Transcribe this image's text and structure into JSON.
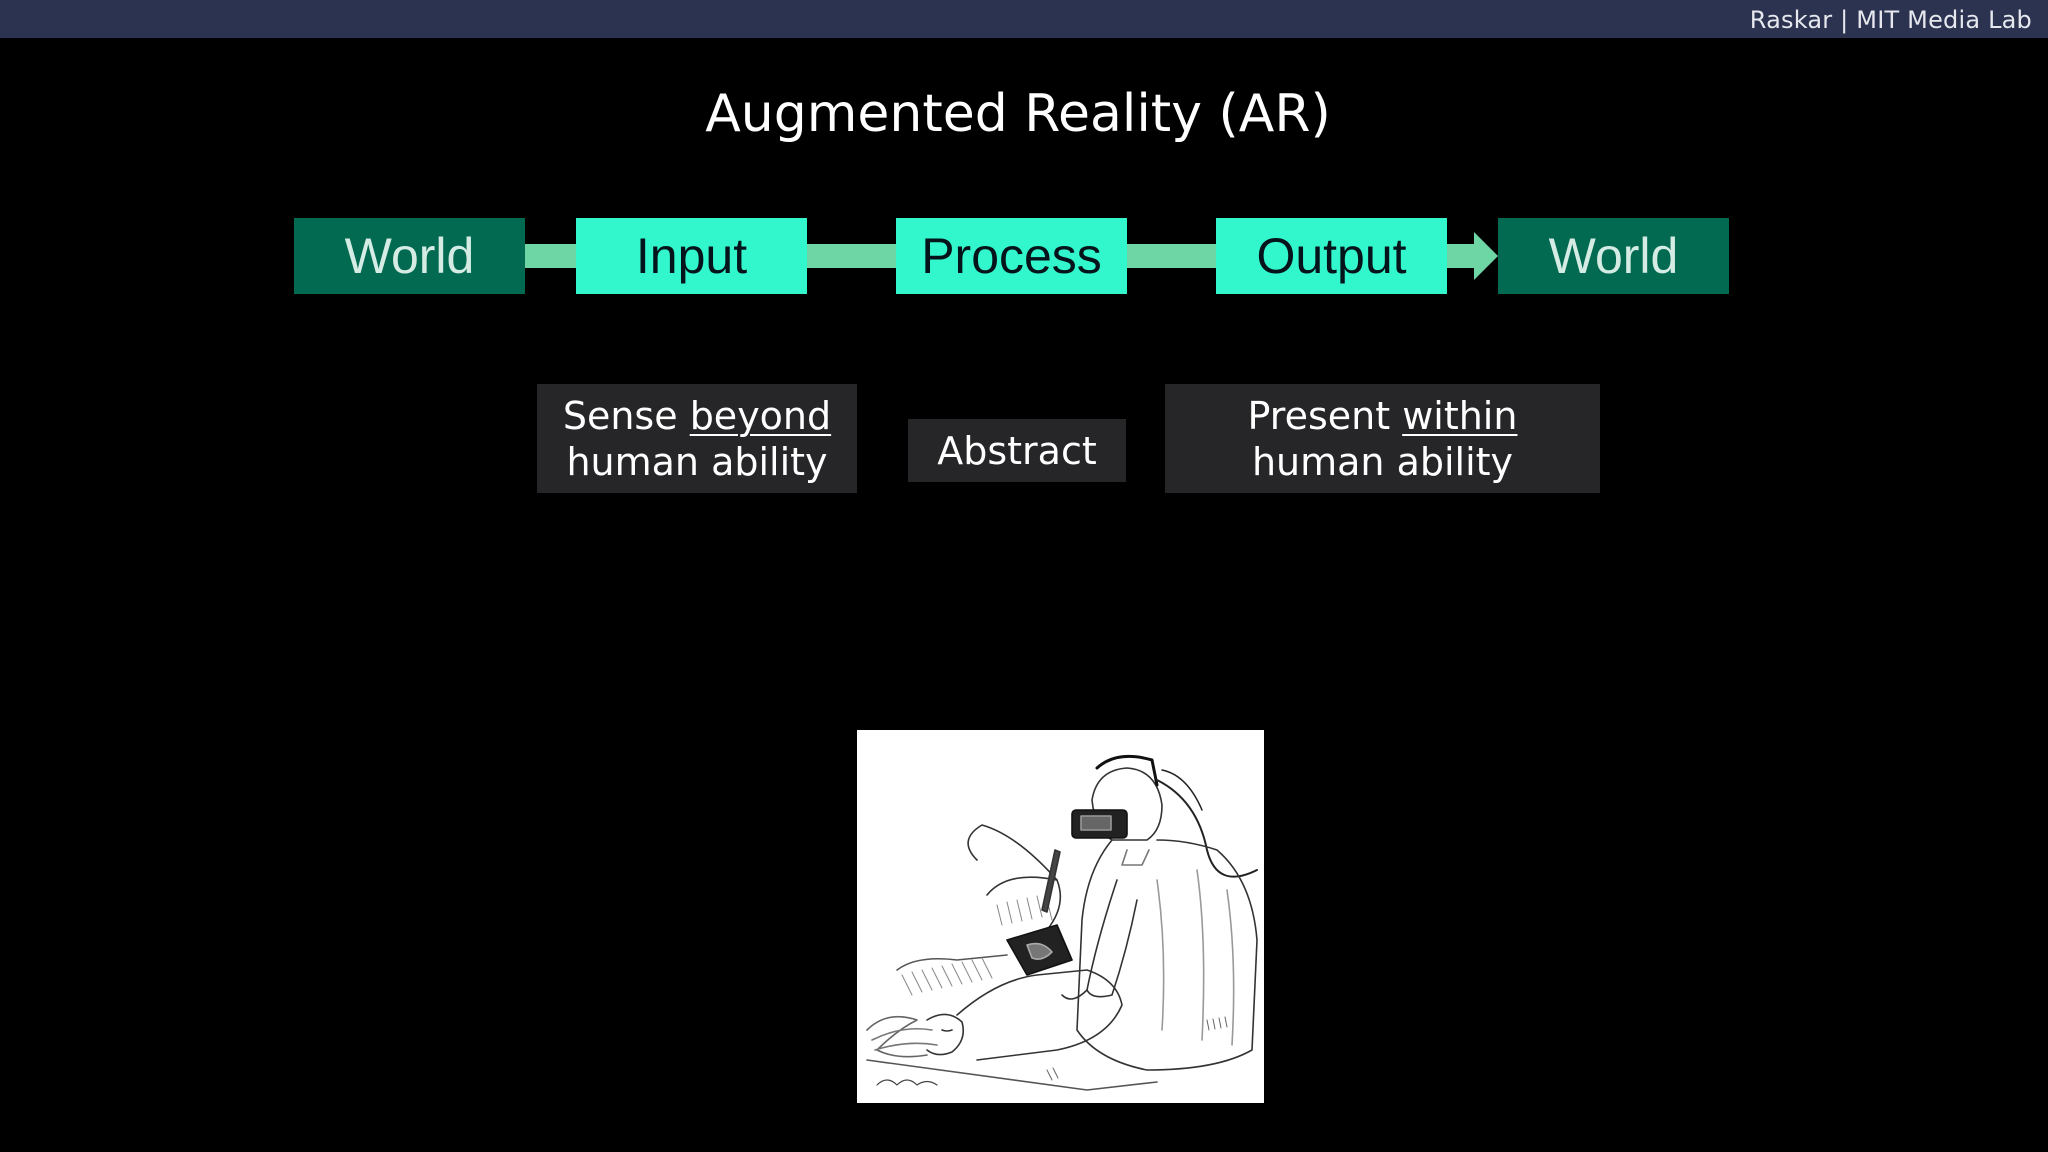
{
  "header": {
    "credit": "Raskar | MIT Media Lab"
  },
  "slide": {
    "title": "Augmented Reality (AR)"
  },
  "flow": {
    "steps": [
      {
        "label": "World",
        "style": "dark"
      },
      {
        "label": "Input",
        "style": "bright"
      },
      {
        "label": "Process",
        "style": "bright"
      },
      {
        "label": "Output",
        "style": "bright"
      },
      {
        "label": "World",
        "style": "dark"
      }
    ]
  },
  "descriptions": {
    "input": {
      "line1_start": "Sense ",
      "line1_emph": "beyond",
      "line2": "human ability"
    },
    "process": {
      "text": "Abstract"
    },
    "output": {
      "line1_start": "Present ",
      "line1_emph": "within",
      "line2": "human ability"
    }
  },
  "colors": {
    "topbar": "#2b3350",
    "dark_box": "#036a52",
    "bright_box": "#32f7cd",
    "connector": "#6ed6a4",
    "desc_box": "#262629"
  },
  "illustration": {
    "subject": "sketch of surgeon wearing head-mounted display examining patient"
  }
}
